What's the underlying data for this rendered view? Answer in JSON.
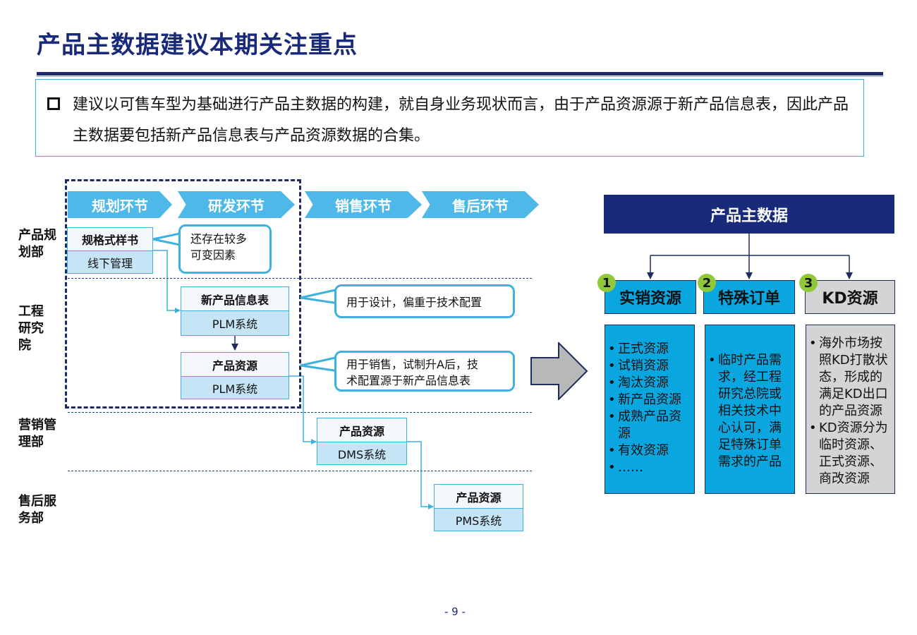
{
  "title": "产品主数据建议本期关注重点",
  "intro": "建议以可售车型为基础进行产品主数据的构建，就自身业务现状而言，由于产品资源源于新产品信息表，因此产品主数据要包括新产品信息表与产品资源数据的合集。",
  "stages": [
    "规划环节",
    "研发环节",
    "销售环节",
    "售后环节"
  ],
  "departments": [
    {
      "line1": "产品规",
      "line2": "划部",
      "line3": ""
    },
    {
      "line1": "工程",
      "line2": "研究",
      "line3": "院"
    },
    {
      "line1": "营销管",
      "line2": "理部",
      "line3": ""
    },
    {
      "line1": "售后服",
      "line2": "务部",
      "line3": ""
    }
  ],
  "boxes": [
    {
      "top": "规格式样书",
      "bottom": "线下管理"
    },
    {
      "top": "新产品信息表",
      "bottom": "PLM系统"
    },
    {
      "top": "产品资源",
      "bottom": "PLM系统"
    },
    {
      "top": "产品资源",
      "bottom": "DMS系统"
    },
    {
      "top": "产品资源",
      "bottom": "PMS系统"
    }
  ],
  "callouts": [
    {
      "line1": "还存在较多",
      "line2": "可变因素"
    },
    {
      "line1": "用于设计，偏重于技术配置",
      "line2": ""
    },
    {
      "line1": "用于销售，试制升A后，技",
      "line2": "术配置源于新产品信息表"
    }
  ],
  "master_data": {
    "header": "产品主数据",
    "categories": [
      {
        "num": "1",
        "label": "实销资源",
        "items": [
          "正式资源",
          "试销资源",
          "淘汰资源",
          "新产品资源",
          "成熟产品资源",
          "有效资源",
          "……"
        ]
      },
      {
        "num": "2",
        "label": "特殊订单",
        "items": [
          "临时产品需求，经工程研究总院或相关技术中心认可，满足特殊订单需求的产品"
        ]
      },
      {
        "num": "3",
        "label": "KD资源",
        "items": [
          "海外市场按照KD打散状态，形成的满足KD出口的产品资源",
          "KD资源分为临时资源、正式资源、商改资源"
        ]
      }
    ]
  },
  "page_number": "- 9 -",
  "colors": {
    "title": "#1a2a7a",
    "accent": "#3fb1dd",
    "chevron": "#4eb9e8",
    "category_blue": "#0aa6e0",
    "category_gray": "#d4d4d4",
    "number_badge": "#8fc93a"
  }
}
